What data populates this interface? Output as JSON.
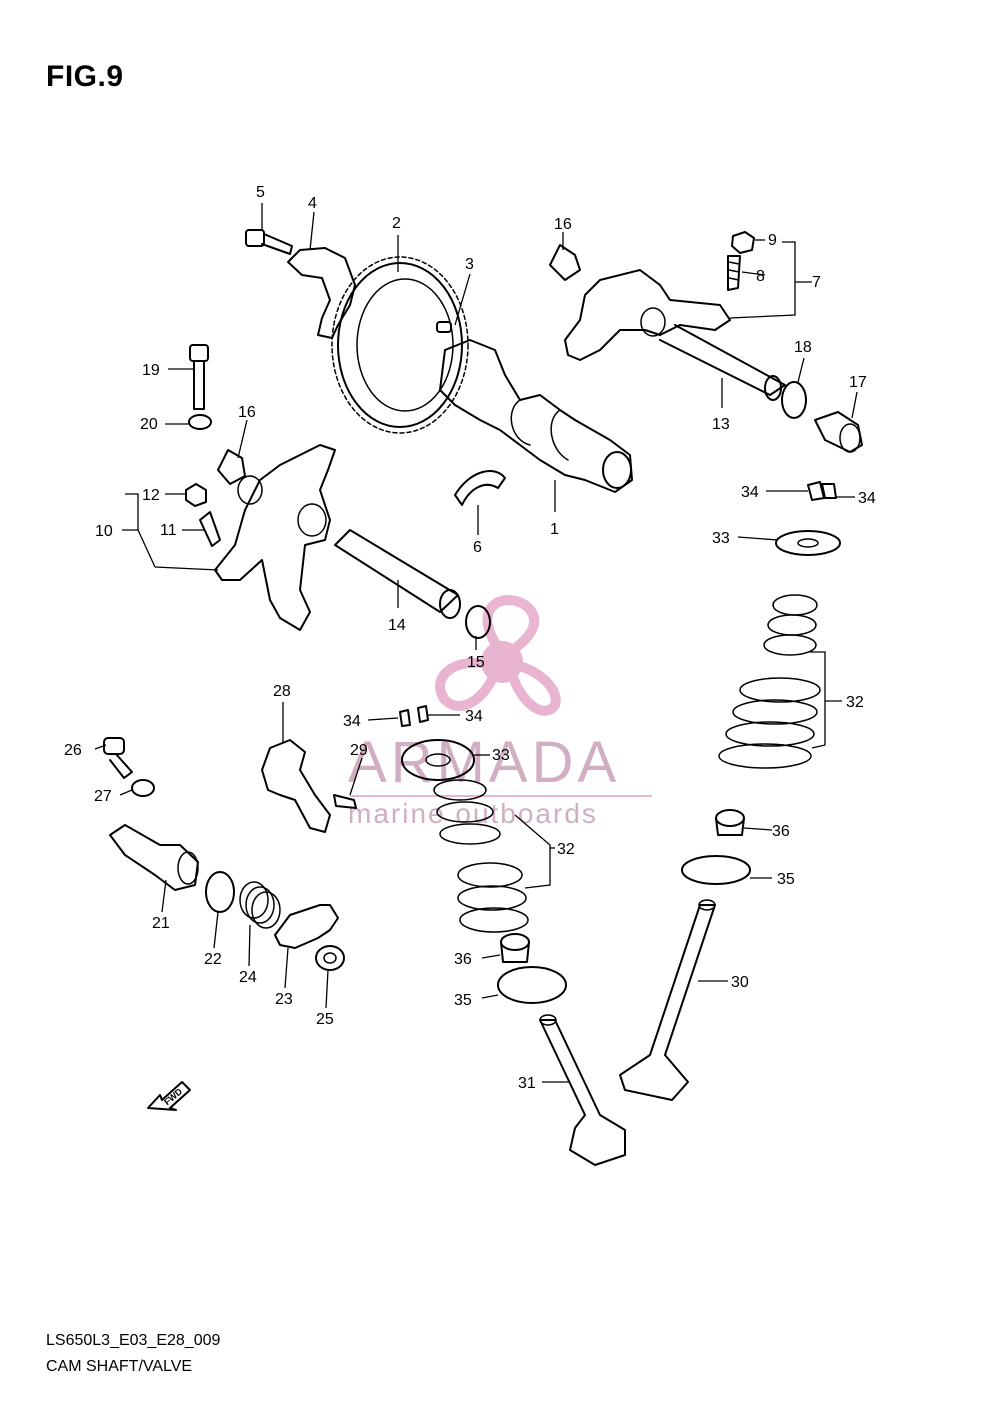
{
  "figure": {
    "title": "FIG.9"
  },
  "footer": {
    "code": "LS650L3_E03_E28_009",
    "caption": "CAM SHAFT/VALVE"
  },
  "watermark": {
    "brand": "ARMADA",
    "tagline": "marine outboards",
    "color": "#e6a8c8"
  },
  "fwd_marker": "FWD",
  "callouts": [
    "1",
    "2",
    "3",
    "4",
    "5",
    "6",
    "7",
    "8",
    "9",
    "10",
    "11",
    "12",
    "13",
    "14",
    "15",
    "16",
    "16",
    "17",
    "18",
    "19",
    "20",
    "21",
    "22",
    "23",
    "24",
    "25",
    "26",
    "27",
    "28",
    "29",
    "30",
    "31",
    "32",
    "32",
    "33",
    "33",
    "34",
    "34",
    "34",
    "34",
    "35",
    "35",
    "36",
    "36"
  ]
}
